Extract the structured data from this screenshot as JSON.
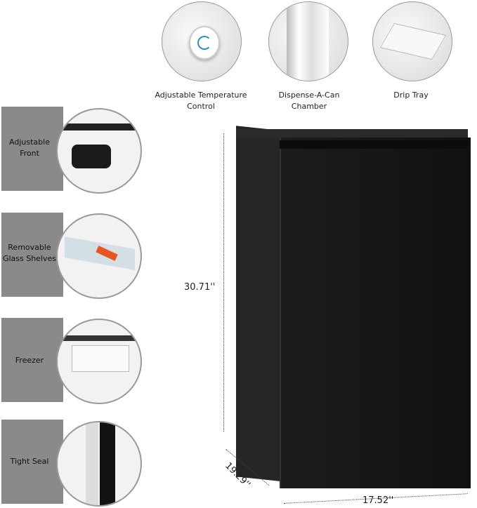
{
  "top_features": [
    {
      "label": "Adjustable Temperature Control",
      "icon": "temperature-dial-icon"
    },
    {
      "label": "Dispense-A-Can Chamber",
      "icon": "can-dispenser-icon"
    },
    {
      "label": "Drip Tray",
      "icon": "drip-tray-icon"
    }
  ],
  "side_features": [
    {
      "label": "Adjustable Front",
      "icon": "leveling-foot-icon"
    },
    {
      "label": "Removable Glass Shelves",
      "icon": "glass-shelf-icon"
    },
    {
      "label": "Freezer",
      "icon": "freezer-icon"
    },
    {
      "label": "Tight Seal",
      "icon": "door-seal-icon"
    }
  ],
  "dimensions": {
    "height": "30.71''",
    "depth": "19.29''",
    "width": "17.52''"
  },
  "colors": {
    "fridge": "#1a1a1a",
    "panel": "#8a8a8a",
    "arrow": "#e8551e"
  }
}
